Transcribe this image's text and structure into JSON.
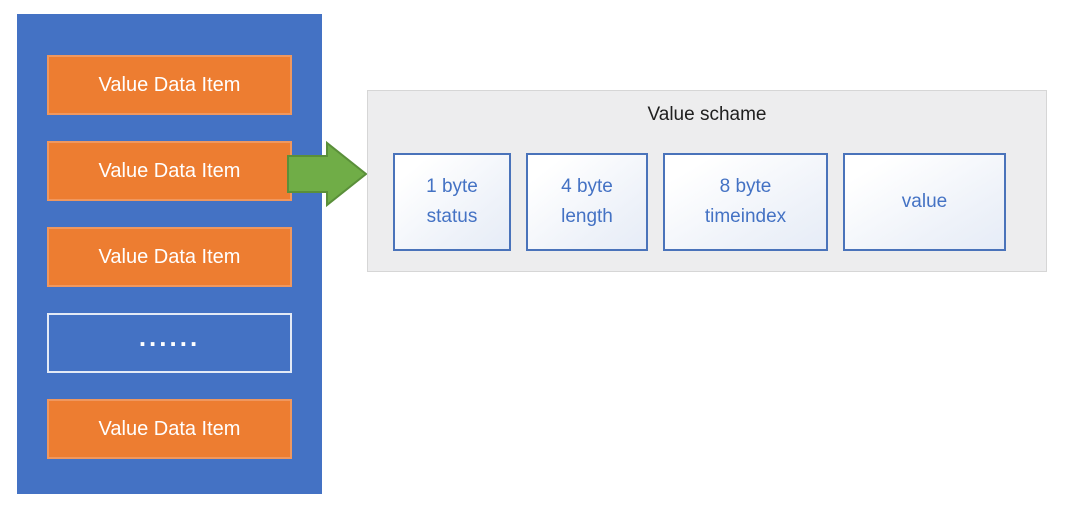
{
  "colors": {
    "container_blue": "#4472C4",
    "item_orange": "#ED7D31",
    "item_orange_border": "#F0975E",
    "arrow_green": "#70AD47",
    "arrow_green_border": "#5A8F3A",
    "panel_gray": "#EDEDEE",
    "panel_border_gray": "#D6D6D6",
    "field_border_blue": "#4A73BA",
    "field_text_blue": "#4472C4",
    "title_text": "#202020",
    "item_text": "#FFFFFF"
  },
  "stack": {
    "items": [
      {
        "label": "Value Data Item"
      },
      {
        "label": "Value Data Item"
      },
      {
        "label": "Value Data Item"
      },
      {
        "label": "......"
      },
      {
        "label": "Value Data Item"
      }
    ]
  },
  "arrow": {
    "icon": "right-arrow",
    "direction": "right"
  },
  "scheme": {
    "title": "Value schame",
    "fields": [
      {
        "label": "1 byte\nstatus"
      },
      {
        "label": "4 byte\nlength"
      },
      {
        "label": "8 byte\ntimeindex"
      },
      {
        "label": "value"
      }
    ]
  }
}
